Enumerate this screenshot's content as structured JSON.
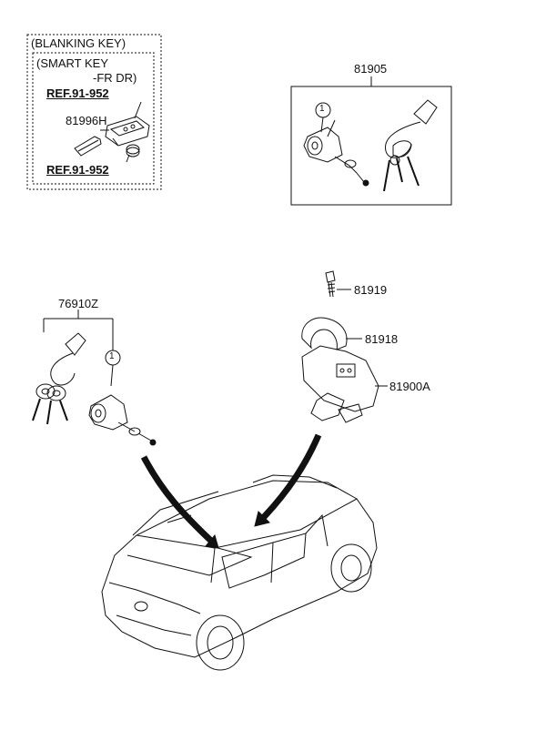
{
  "blanking_box": {
    "title": "(BLANKING KEY)",
    "smart_key_title": "(SMART KEY",
    "smart_key_sub": "-FR DR)",
    "ref_top": "REF.91-952",
    "ref_bottom": "REF.91-952",
    "part_81996H": "81996H"
  },
  "key_set_box": {
    "part_number": "81905",
    "callout": "1"
  },
  "key_set_left": {
    "part_number": "76910Z",
    "callout": "1"
  },
  "ignition": {
    "part_81919": "81919",
    "part_81918": "81918",
    "part_81900A": "81900A"
  }
}
